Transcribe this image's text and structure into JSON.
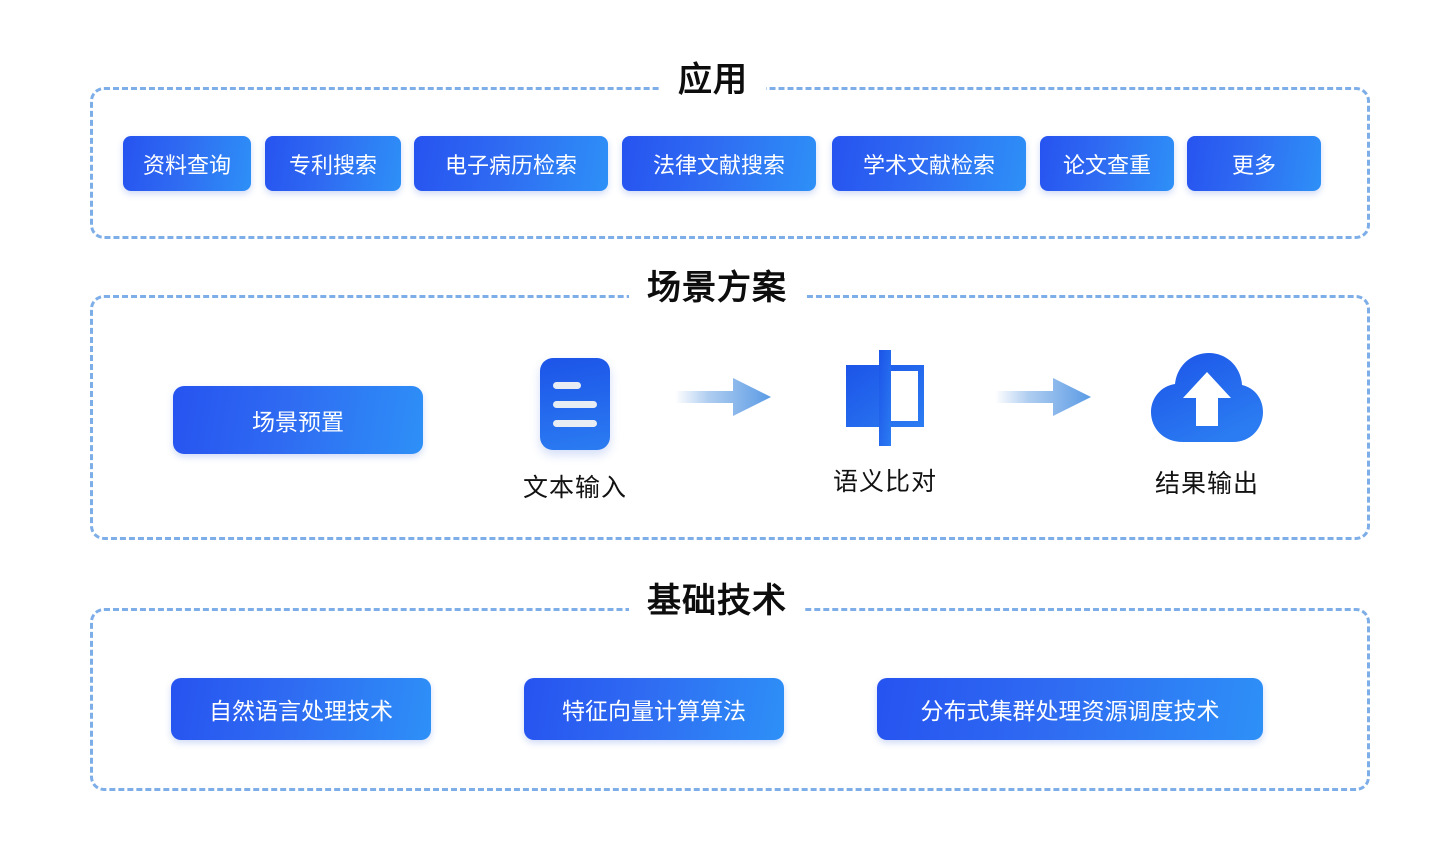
{
  "sections": [
    {
      "id": "application",
      "title": "应用",
      "items": [
        {
          "label": "资料查询"
        },
        {
          "label": "专利搜索"
        },
        {
          "label": "电子病历检索"
        },
        {
          "label": "法律文献搜索"
        },
        {
          "label": "学术文献检索"
        },
        {
          "label": "论文查重"
        },
        {
          "label": "更多"
        }
      ]
    },
    {
      "id": "scenario",
      "title": "场景方案",
      "preset": {
        "label": "场景预置"
      },
      "flow": [
        {
          "label": "文本输入",
          "icon": "document-icon"
        },
        {
          "label": "语义比对",
          "icon": "compare-icon"
        },
        {
          "label": "结果输出",
          "icon": "cloud-upload-icon"
        }
      ],
      "arrows": [
        {
          "icon": "arrow-right-icon"
        },
        {
          "icon": "arrow-right-icon"
        }
      ]
    },
    {
      "id": "technology",
      "title": "基础技术",
      "items": [
        {
          "label": "自然语言处理技术"
        },
        {
          "label": "特征向量计算算法"
        },
        {
          "label": "分布式集群处理资源调度技术"
        }
      ]
    }
  ],
  "colors": {
    "background": "#ffffff",
    "dashed_border": "#7EAEE8",
    "pill_gradient_start": "#2653F0",
    "pill_gradient_end": "#2E90F7",
    "icon_blue_dark": "#1C54E8",
    "icon_blue_light": "#2B7CF2",
    "arrow_blue": "#6BA3E8",
    "title_text": "#0d0d0d",
    "caption_text": "#121212",
    "pill_text": "#ffffff"
  }
}
